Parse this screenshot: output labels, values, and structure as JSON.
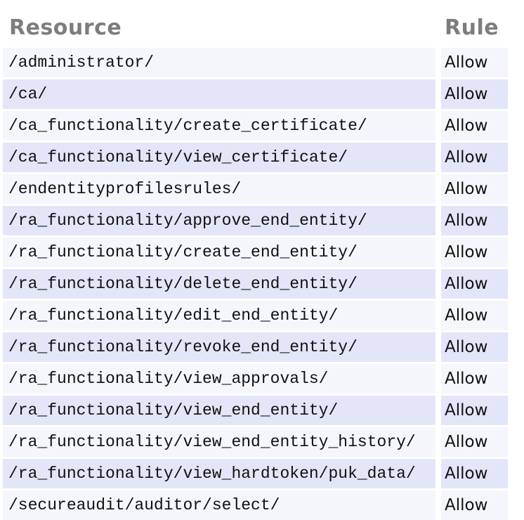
{
  "table": {
    "headers": {
      "resource": "Resource",
      "rule": "Rule"
    },
    "rows": [
      {
        "resource": "/administrator/",
        "rule": "Allow"
      },
      {
        "resource": "/ca/",
        "rule": "Allow"
      },
      {
        "resource": "/ca_functionality/create_certificate/",
        "rule": "Allow"
      },
      {
        "resource": "/ca_functionality/view_certificate/",
        "rule": "Allow"
      },
      {
        "resource": "/endentityprofilesrules/",
        "rule": "Allow"
      },
      {
        "resource": "/ra_functionality/approve_end_entity/",
        "rule": "Allow"
      },
      {
        "resource": "/ra_functionality/create_end_entity/",
        "rule": "Allow"
      },
      {
        "resource": "/ra_functionality/delete_end_entity/",
        "rule": "Allow"
      },
      {
        "resource": "/ra_functionality/edit_end_entity/",
        "rule": "Allow"
      },
      {
        "resource": "/ra_functionality/revoke_end_entity/",
        "rule": "Allow"
      },
      {
        "resource": "/ra_functionality/view_approvals/",
        "rule": "Allow"
      },
      {
        "resource": "/ra_functionality/view_end_entity/",
        "rule": "Allow"
      },
      {
        "resource": "/ra_functionality/view_end_entity_history/",
        "rule": "Allow"
      },
      {
        "resource": "/ra_functionality/view_hardtoken/puk_data/",
        "rule": "Allow"
      },
      {
        "resource": "/secureaudit/auditor/select/",
        "rule": "Allow"
      }
    ]
  },
  "colors": {
    "row_light": "#f5f6fb",
    "row_lavender": "#e2e6f8",
    "header_text": "#7d7d7d",
    "body_text": "#111111",
    "page_background": "#ffffff"
  }
}
